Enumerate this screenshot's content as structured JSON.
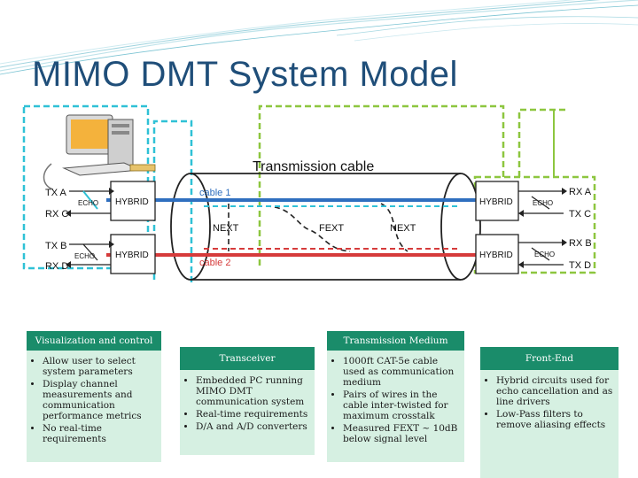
{
  "slide": {
    "title": "MIMO DMT System Model"
  },
  "diagram": {
    "transmission_cable": "Transmission cable",
    "cable1": "cable 1",
    "cable2": "cable 2",
    "next_left": "NEXT",
    "fext": "FEXT",
    "next_right": "NEXT",
    "hybrid_left_top": "HYBRID",
    "hybrid_left_bottom": "HYBRID",
    "hybrid_right_top": "HYBRID",
    "hybrid_right_bottom": "HYBRID",
    "echo_left_top": "ECHO",
    "echo_left_bottom": "ECHO",
    "echo_right_top": "ECHO",
    "echo_right_bottom": "ECHO",
    "tx_a": "TX A",
    "rx_c": "RX C",
    "tx_b": "TX B",
    "rx_d": "RX D",
    "rx_a": "RX A",
    "tx_c": "TX C",
    "rx_b": "RX B",
    "tx_d": "TX D",
    "colors": {
      "cable1": "#2f6fbf",
      "cable2": "#d63b3b",
      "cyan_box": "#2fc1d6",
      "green_box": "#8dc63f",
      "title": "#1f4e79",
      "panel_header": "#1a8c6a",
      "panel_body": "#d6f0e2"
    }
  },
  "panels": [
    {
      "title": "Visualization and control",
      "items": [
        "Allow user to select system parameters",
        "Display channel measurements and communication performance metrics",
        "No real-time requirements"
      ]
    },
    {
      "title": "Transceiver",
      "items": [
        "Embedded PC running MIMO DMT communication system",
        "Real-time requirements",
        "D/A and A/D converters"
      ]
    },
    {
      "title": "Transmission Medium",
      "items": [
        "1000ft CAT-5e cable used as communication medium",
        "Pairs of wires in the cable inter-twisted for maximum crosstalk",
        "Measured FEXT ~ 10dB below signal level"
      ]
    },
    {
      "title": "Front-End",
      "items": [
        "Hybrid circuits used for echo cancellation and as line drivers",
        "Low-Pass filters to remove aliasing effects"
      ]
    }
  ]
}
